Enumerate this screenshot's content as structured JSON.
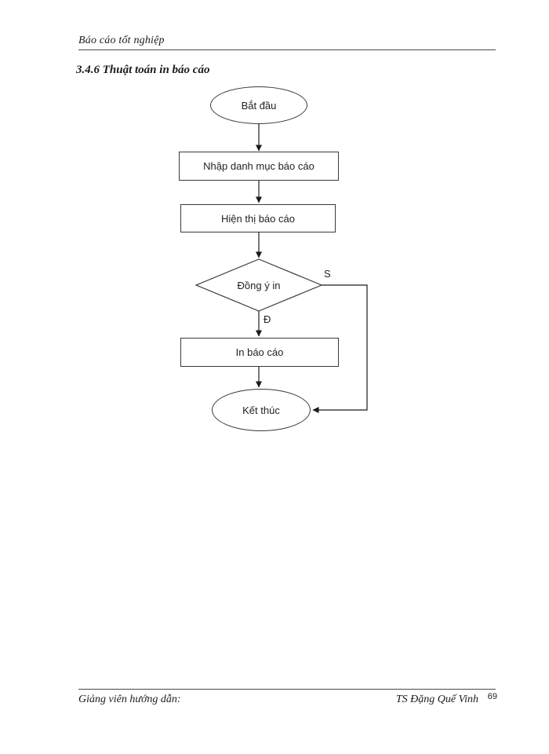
{
  "page": {
    "header": "Báo cáo tốt nghiệp",
    "section_title": "3.4.6 Thuật toán in báo cáo",
    "footer_left": "Giảng viên hướng dẫn:",
    "footer_right": "TS Đặng Quế Vinh",
    "page_number": "69"
  },
  "flowchart": {
    "nodes": {
      "start": "Bắt đầu",
      "input": "Nhập danh mục báo cáo",
      "display": "Hiện thị báo cáo",
      "decision": "Đồng ý in",
      "print": "In báo cáo",
      "end": "Kết thúc"
    },
    "labels": {
      "no": "S",
      "yes": "Đ"
    }
  },
  "colors": {
    "stroke": "#3a3a3a",
    "text": "#222222"
  }
}
